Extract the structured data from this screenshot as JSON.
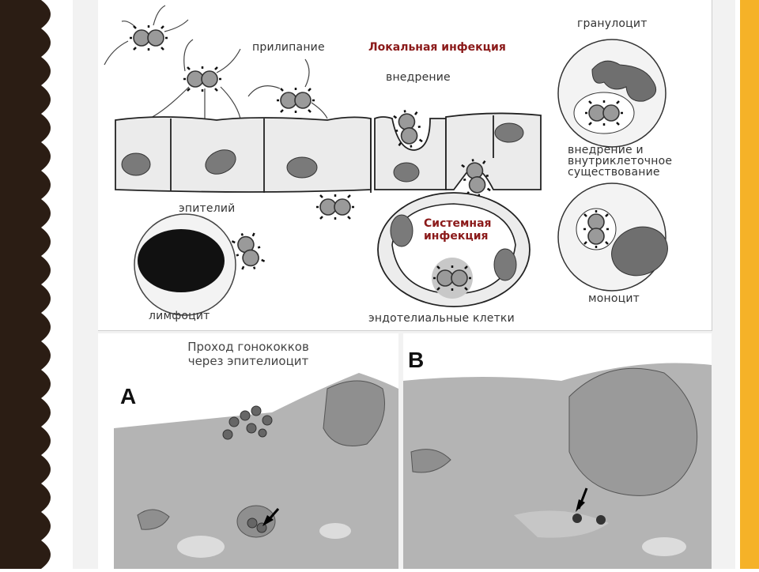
{
  "colors": {
    "left_edge": "#2b1d14",
    "right_accent": "#f5b228",
    "label_red": "#8b1a1a"
  },
  "diagram": {
    "labels": {
      "adhesion": "прилипание",
      "local_infection": "Локальная инфекция",
      "invasion": "внедрение",
      "granulocyte": "гранулоцит",
      "invasion_intracellular_1": "внедрение и",
      "invasion_intracellular_2": "внутриклеточное",
      "invasion_intracellular_3": "существование",
      "epithelium": "эпителий",
      "systemic_infection_1": "Системная",
      "systemic_infection_2": "инфекция",
      "monocyte": "моноцит",
      "lymphocyte": "лимфоцит",
      "endothelial_cells": "эндотелиальные клетки"
    }
  },
  "micrographs": {
    "caption_line1": "Проход гонококков",
    "caption_line2": "через эпителиоцит",
    "panel_a_letter": "A",
    "panel_b_letter": "B"
  }
}
